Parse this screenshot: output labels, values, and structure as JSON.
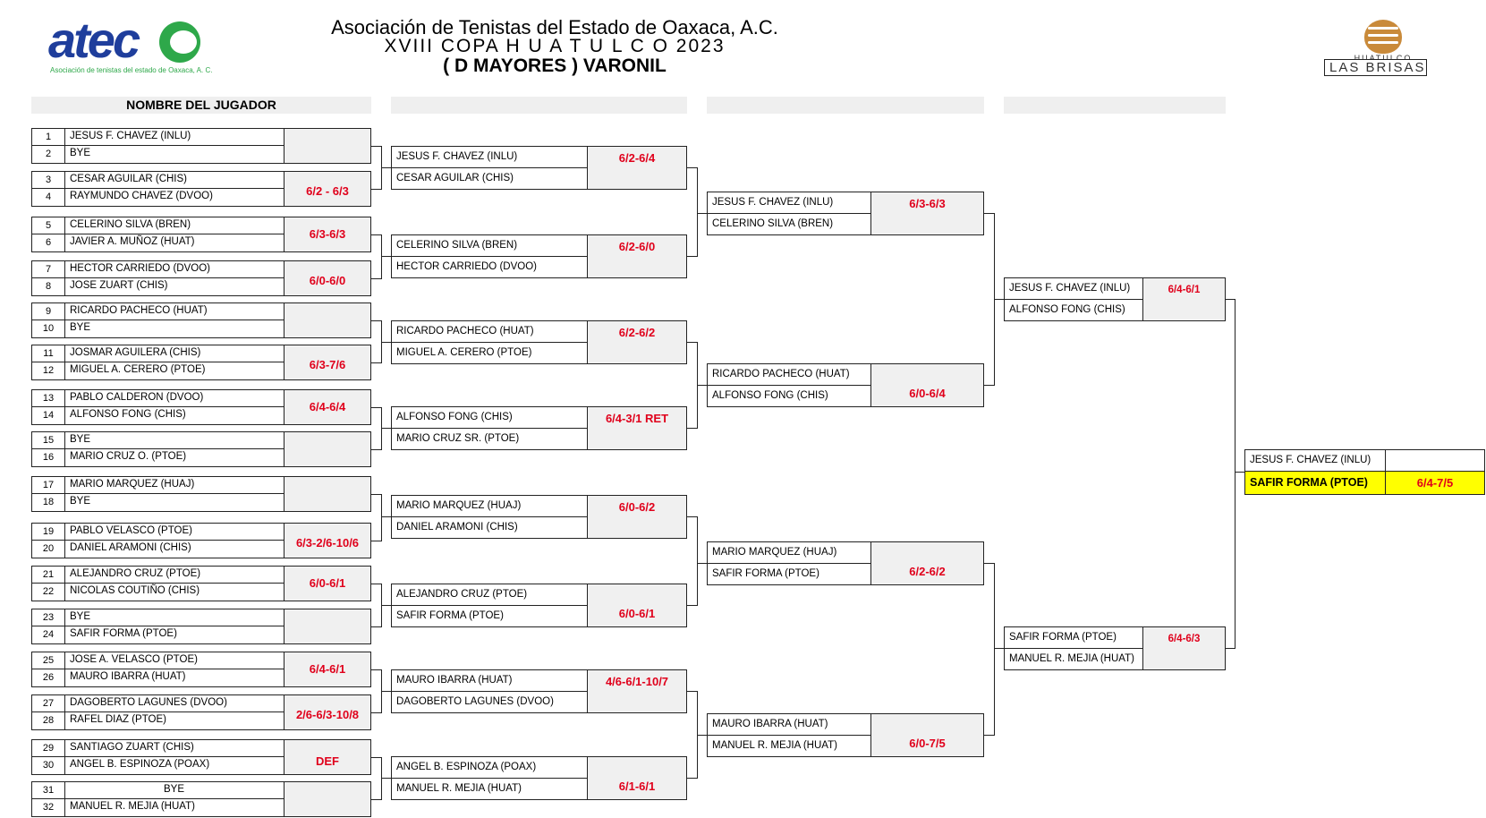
{
  "header": {
    "title": "Asociación de Tenistas del Estado de Oaxaca, A.C.",
    "subtitle": "XVIII COPA H U A T U L C O 2023",
    "category": "( D MAYORES ) VARONIL"
  },
  "logos": {
    "atec": {
      "word": "atec",
      "tagline": "Asociación de tenistas del estado de Oaxaca, A. C."
    },
    "brisas": {
      "name": "LAS BRISAS",
      "place": "HUATULCO"
    }
  },
  "column_header": "NOMBRE DEL JUGADOR",
  "colors": {
    "score_red": "#e0001b",
    "winner_yellow": "#ffff00",
    "cell_gray": "#f0f0f0"
  },
  "round1": [
    {
      "players": [
        {
          "seed": "1",
          "name": "JESUS  F. CHAVEZ (INLU)"
        },
        {
          "seed": "2",
          "name": "BYE"
        }
      ],
      "score": ""
    },
    {
      "players": [
        {
          "seed": "3",
          "name": "CESAR AGUILAR (CHIS)"
        },
        {
          "seed": "4",
          "name": "RAYMUNDO CHAVEZ (DVOO)"
        }
      ],
      "score": "6/2 -  6/3"
    },
    {
      "players": [
        {
          "seed": "5",
          "name": "CELERINO SILVA (BREN)"
        },
        {
          "seed": "6",
          "name": "JAVIER A. MUÑOZ (HUAT)"
        }
      ],
      "score": "6/3-6/3"
    },
    {
      "players": [
        {
          "seed": "7",
          "name": "HECTOR CARRIEDO (DVOO)"
        },
        {
          "seed": "8",
          "name": "JOSE ZUART (CHIS)"
        }
      ],
      "score": "6/0-6/0"
    },
    {
      "players": [
        {
          "seed": "9",
          "name": "RICARDO PACHECO (HUAT)"
        },
        {
          "seed": "10",
          "name": "BYE"
        }
      ],
      "score": ""
    },
    {
      "players": [
        {
          "seed": "11",
          "name": "JOSMAR AGUILERA (CHIS)"
        },
        {
          "seed": "12",
          "name": "MIGUEL A. CERERO (PTOE)"
        }
      ],
      "score": "6/3-7/6"
    },
    {
      "players": [
        {
          "seed": "13",
          "name": "PABLO CALDERON (DVOO)"
        },
        {
          "seed": "14",
          "name": "ALFONSO FONG (CHIS)"
        }
      ],
      "score": "6/4-6/4"
    },
    {
      "players": [
        {
          "seed": "15",
          "name": "BYE"
        },
        {
          "seed": "16",
          "name": "MARIO CRUZ  O.  (PTOE)"
        }
      ],
      "score": ""
    },
    {
      "players": [
        {
          "seed": "17",
          "name": "MARIO  MARQUEZ (HUAJ)"
        },
        {
          "seed": "18",
          "name": "BYE"
        }
      ],
      "score": ""
    },
    {
      "players": [
        {
          "seed": "19",
          "name": "PABLO VELASCO (PTOE)"
        },
        {
          "seed": "20",
          "name": "DANIEL ARAMONI (CHIS)"
        }
      ],
      "score": "6/3-2/6-10/6"
    },
    {
      "players": [
        {
          "seed": "21",
          "name": "ALEJANDRO CRUZ  (PTOE)"
        },
        {
          "seed": "22",
          "name": "NICOLAS COUTIÑO (CHIS)"
        }
      ],
      "score": "6/0-6/1"
    },
    {
      "players": [
        {
          "seed": "23",
          "name": "BYE"
        },
        {
          "seed": "24",
          "name": "SAFIR FORMA (PTOE)"
        }
      ],
      "score": ""
    },
    {
      "players": [
        {
          "seed": "25",
          "name": "JOSE A. VELASCO (PTOE)"
        },
        {
          "seed": "26",
          "name": "MAURO IBARRA (HUAT)"
        }
      ],
      "score": "6/4-6/1"
    },
    {
      "players": [
        {
          "seed": "27",
          "name": "DAGOBERTO LAGUNES (DVOO)"
        },
        {
          "seed": "28",
          "name": "RAFEL DIAZ (PTOE)"
        }
      ],
      "score": "2/6-6/3-10/8"
    },
    {
      "players": [
        {
          "seed": "29",
          "name": "SANTIAGO ZUART (CHIS)"
        },
        {
          "seed": "30",
          "name": "ANGEL B. ESPINOZA (POAX)"
        }
      ],
      "score": "DEF"
    },
    {
      "players": [
        {
          "seed": "31",
          "name": "BYE"
        },
        {
          "seed": "32",
          "name": "MANUEL R. MEJIA (HUAT)"
        }
      ],
      "score": ""
    }
  ],
  "round2": [
    {
      "players": [
        "JESUS  F. CHAVEZ (INLU)",
        "CESAR AGUILAR (CHIS)"
      ],
      "score": "6/2-6/4"
    },
    {
      "players": [
        "CELERINO SILVA (BREN)",
        "HECTOR CARRIEDO (DVOO)"
      ],
      "score": "6/2-6/0"
    },
    {
      "players": [
        "RICARDO PACHECO (HUAT)",
        "MIGUEL A. CERERO (PTOE)"
      ],
      "score": "6/2-6/2"
    },
    {
      "players": [
        "ALFONSO FONG (CHIS)",
        "MARIO CRUZ  SR.  (PTOE)"
      ],
      "score": "6/4-3/1 RET"
    },
    {
      "players": [
        "MARIO  MARQUEZ (HUAJ)",
        "DANIEL ARAMONI (CHIS)"
      ],
      "score": "6/0-6/2"
    },
    {
      "players": [
        "ALEJANDRO CRUZ  (PTOE)",
        "SAFIR FORMA (PTOE)"
      ],
      "score": "6/0-6/1"
    },
    {
      "players": [
        "MAURO IBARRA (HUAT)",
        "DAGOBERTO LAGUNES (DVOO)"
      ],
      "score": "4/6-6/1-10/7"
    },
    {
      "players": [
        "ANGEL B. ESPINOZA (POAX)",
        "MANUEL R. MEJIA (HUAT)"
      ],
      "score": "6/1-6/1"
    }
  ],
  "round3": [
    {
      "players": [
        "JESUS  F. CHAVEZ (INLU)",
        "CELERINO SILVA (BREN)"
      ],
      "score": "6/3-6/3"
    },
    {
      "players": [
        "RICARDO PACHECO (HUAT)",
        "ALFONSO FONG (CHIS)"
      ],
      "score": "6/0-6/4"
    },
    {
      "players": [
        "MARIO  MARQUEZ (HUAJ)",
        "SAFIR FORMA (PTOE)"
      ],
      "score": "6/2-6/2"
    },
    {
      "players": [
        "MAURO IBARRA (HUAT)",
        "MANUEL R. MEJIA (HUAT)"
      ],
      "score": "6/0-7/5"
    }
  ],
  "round4": [
    {
      "players": [
        "JESUS  F. CHAVEZ (INLU)",
        "ALFONSO FONG (CHIS)"
      ],
      "score": "6/4-6/1"
    },
    {
      "players": [
        "SAFIR FORMA (PTOE)",
        "MANUEL R. MEJIA (HUAT)"
      ],
      "score": "6/4-6/3"
    }
  ],
  "final": {
    "players": [
      "JESUS  F. CHAVEZ (INLU)",
      "SAFIR FORMA (PTOE)"
    ],
    "score": "6/4-7/5"
  }
}
